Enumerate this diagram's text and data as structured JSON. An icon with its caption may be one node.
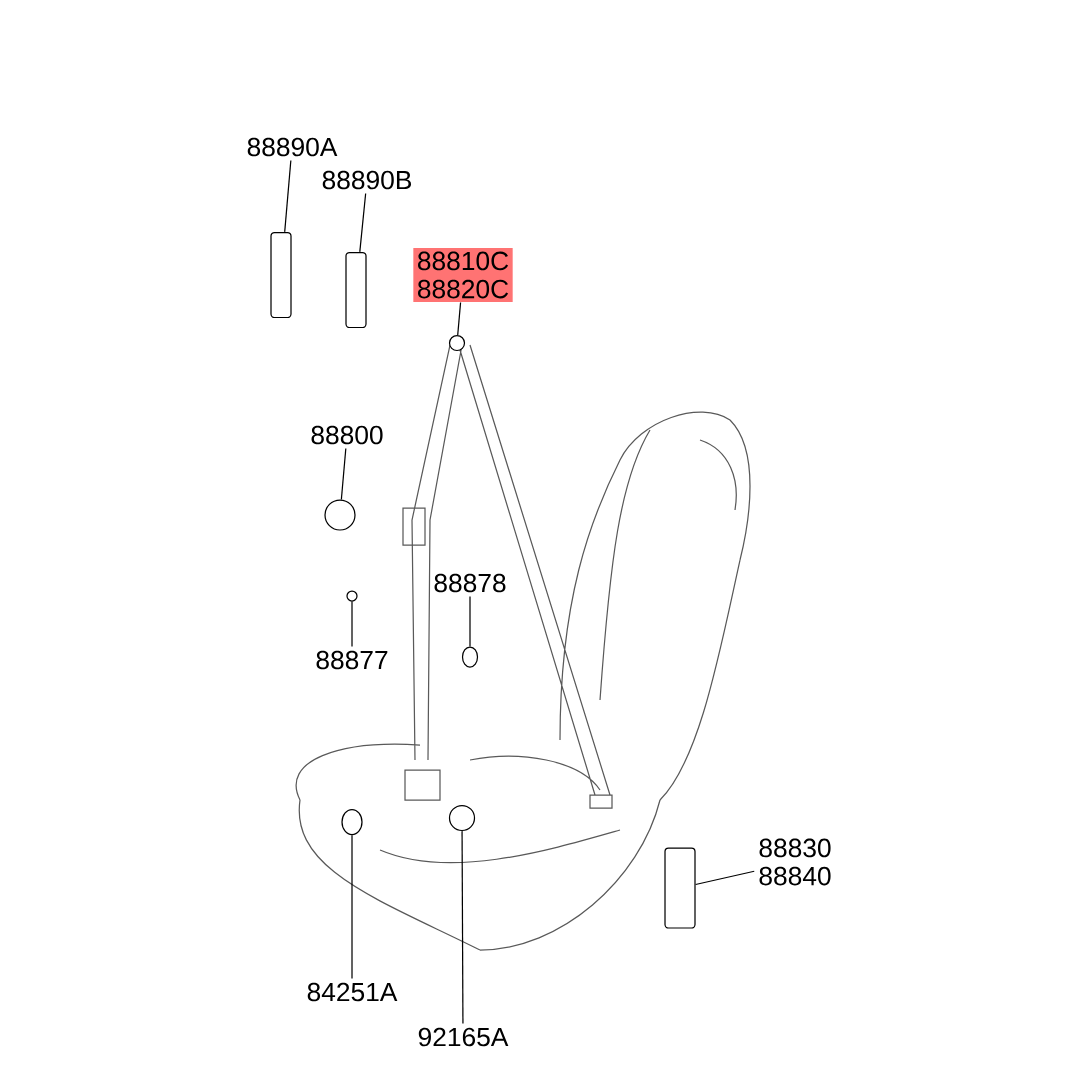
{
  "diagram": {
    "nodes": [
      {
        "text": [
          "88890A"
        ]
      },
      {
        "text": [],
        "shape": "box"
      },
      {
        "text": [
          "88890B"
        ]
      },
      {
        "text": [],
        "shape": "box"
      },
      {
        "text": [
          "88810C",
          "88820C"
        ]
      },
      {
        "text": [],
        "shape": "circle"
      },
      {
        "text": [
          "88800"
        ]
      },
      {
        "text": [],
        "shape": "circle"
      },
      {
        "text": [
          "88878"
        ]
      },
      {
        "text": [],
        "shape": "circle"
      },
      {
        "text": [
          "88877"
        ]
      },
      {
        "text": [],
        "shape": "circle"
      },
      {
        "text": [
          "88830",
          "88840"
        ]
      },
      {
        "text": [],
        "shape": "box"
      },
      {
        "text": [
          "84251A"
        ]
      },
      {
        "text": [],
        "shape": "circle"
      },
      {
        "text": [
          "92165A"
        ]
      },
      {
        "text": [],
        "shape": "circle"
      }
    ],
    "edges": [
      {
        "from": 0,
        "to": 1,
        "arrow": "none"
      },
      {
        "from": 2,
        "to": 3,
        "arrow": "none"
      },
      {
        "from": 4,
        "to": 5,
        "arrow": "none"
      },
      {
        "from": 6,
        "to": 7,
        "arrow": "none"
      },
      {
        "from": 8,
        "to": 9,
        "arrow": "none"
      },
      {
        "from": 10,
        "to": 11,
        "arrow": "none"
      },
      {
        "from": 12,
        "to": 13,
        "arrow": "none"
      },
      {
        "from": 14,
        "to": 15,
        "arrow": "none"
      },
      {
        "from": 16,
        "to": 17,
        "arrow": "none"
      }
    ]
  }
}
